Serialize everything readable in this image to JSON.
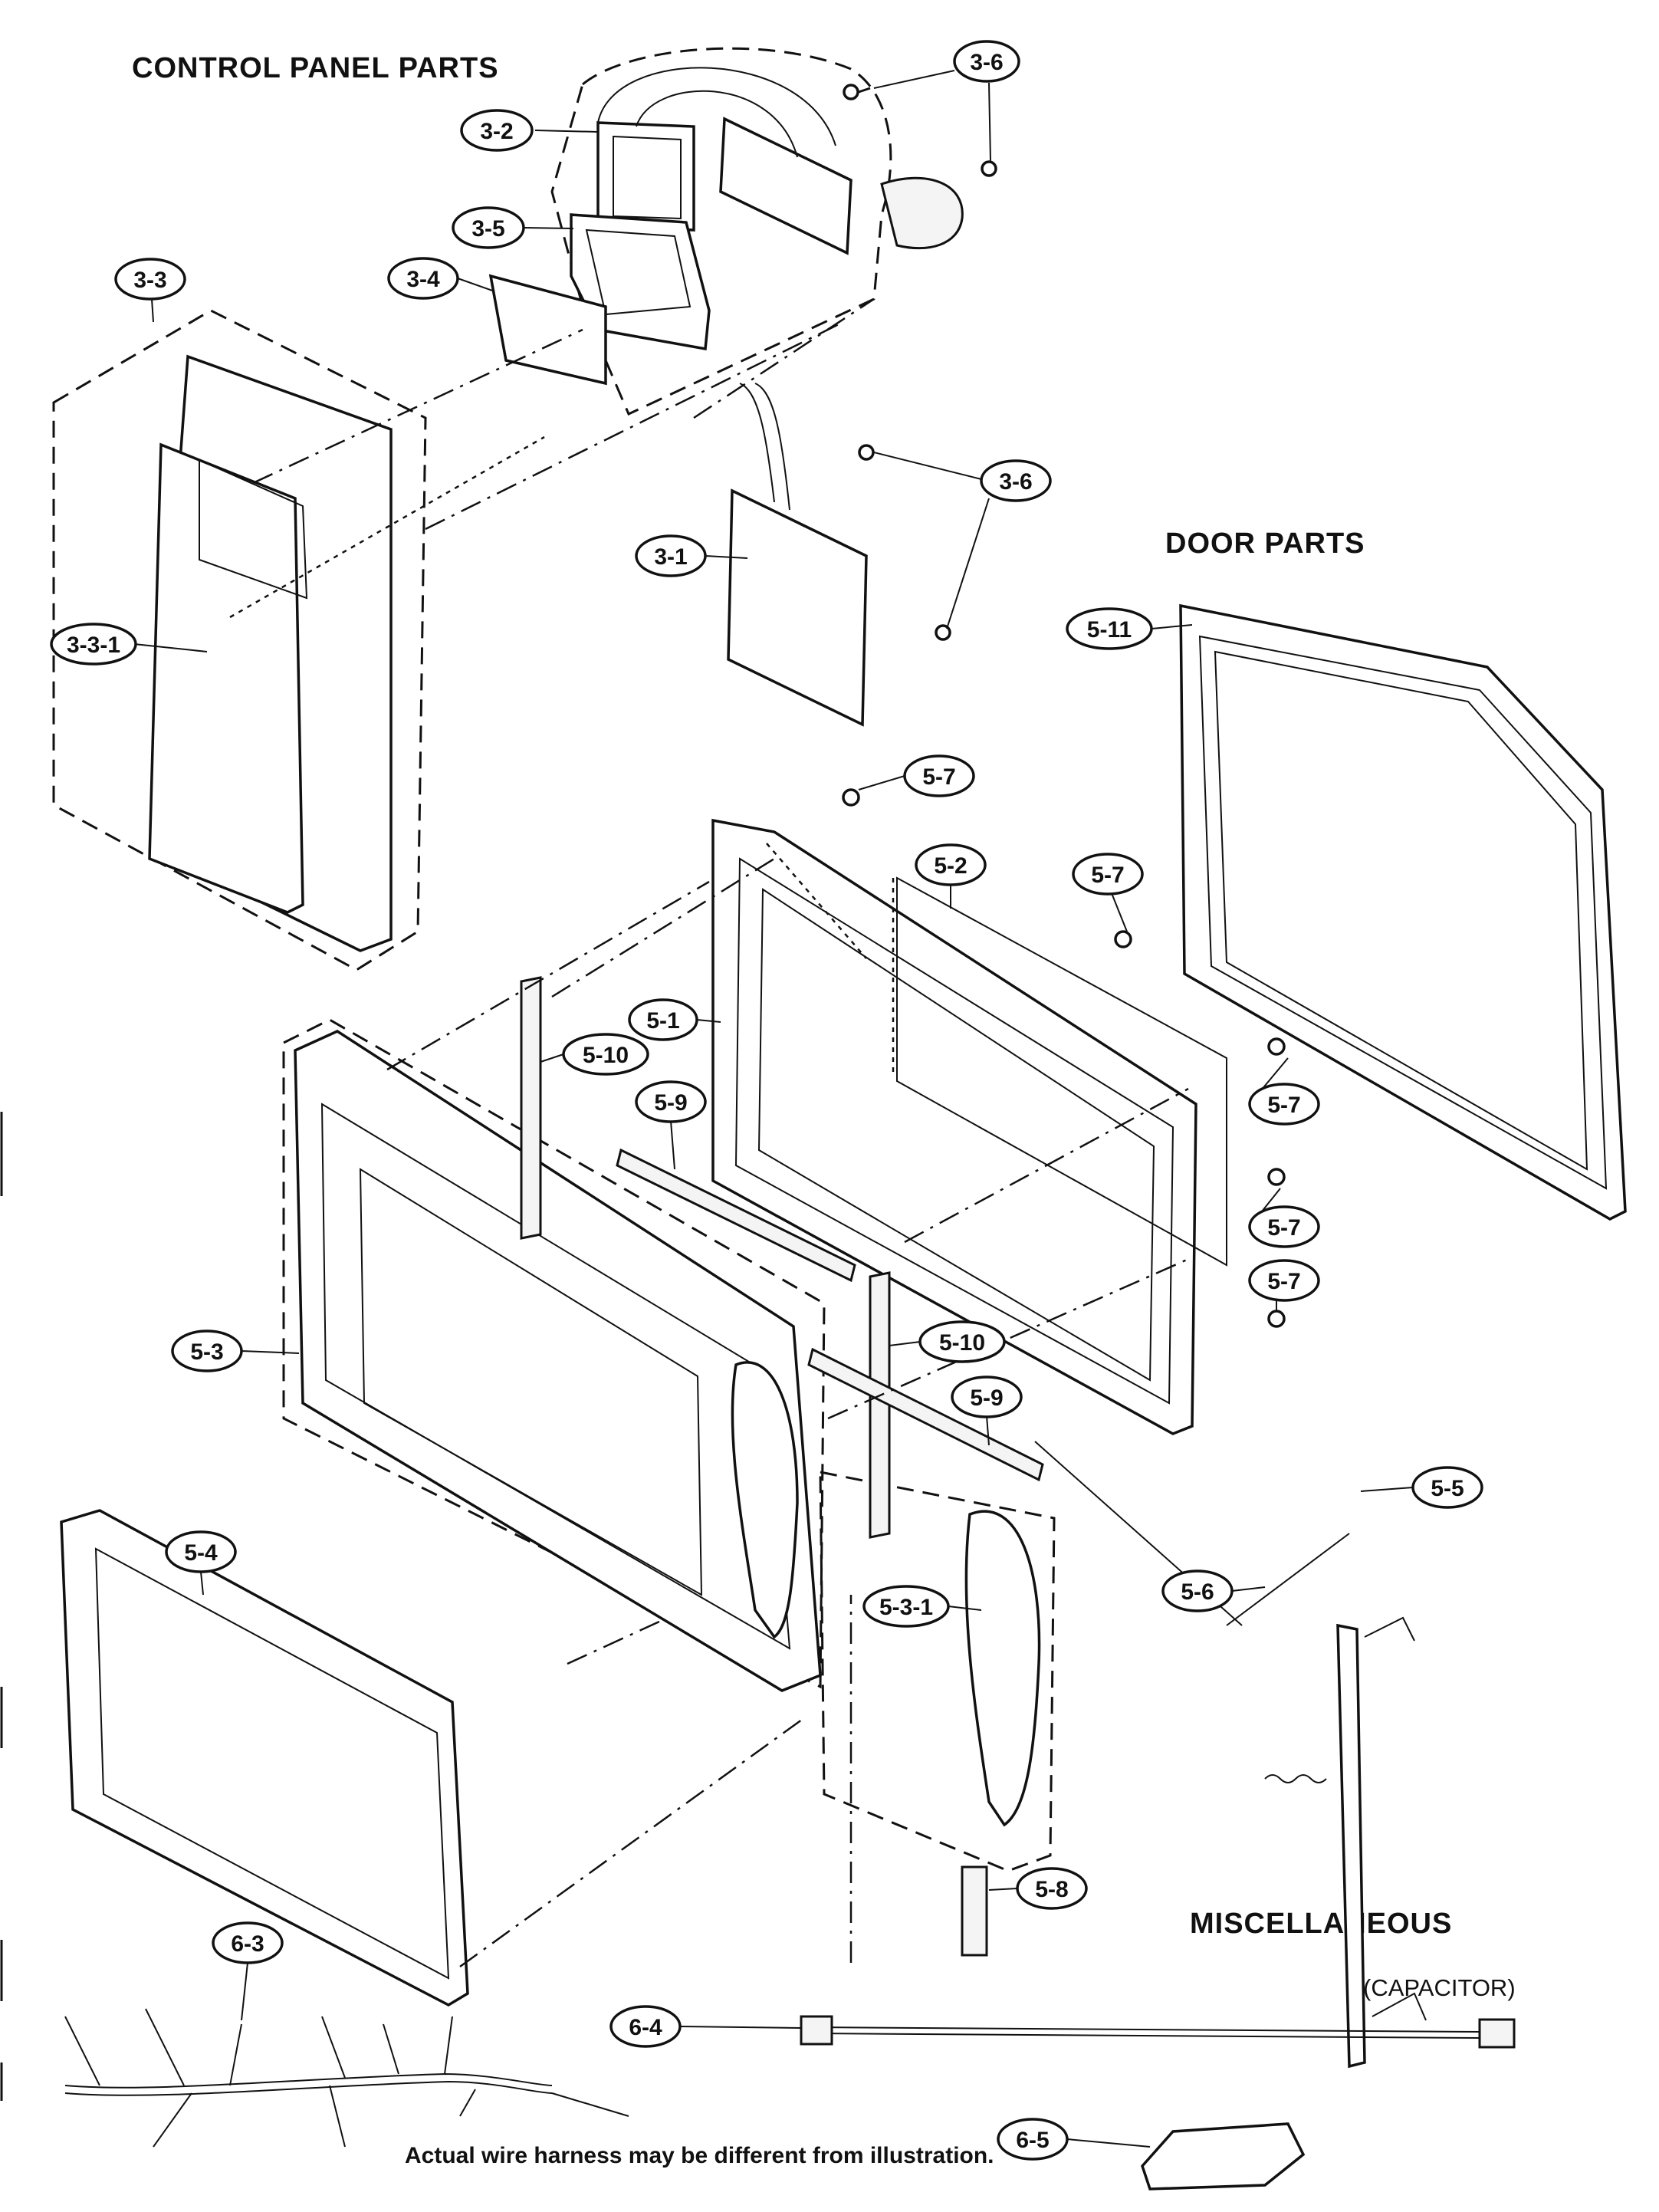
{
  "headings": {
    "control_panel": "CONTROL PANEL PARTS",
    "door": "DOOR PARTS",
    "misc": "MISCELLANEOUS",
    "capacitor": "(CAPACITOR)"
  },
  "note": "Actual wire harness may be different from illustration.",
  "callouts": {
    "c3_6a": "3-6",
    "c3_2": "3-2",
    "c3_5": "3-5",
    "c3_4": "3-4",
    "c3_3": "3-3",
    "c3_6b": "3-6",
    "c3_1": "3-1",
    "c3_3_1": "3-3-1",
    "c5_11": "5-11",
    "c5_7a": "5-7",
    "c5_2": "5-2",
    "c5_7b": "5-7",
    "c5_1": "5-1",
    "c5_10a": "5-10",
    "c5_9a": "5-9",
    "c5_7c": "5-7",
    "c5_7d": "5-7",
    "c5_7e": "5-7",
    "c5_3": "5-3",
    "c5_10b": "5-10",
    "c5_9b": "5-9",
    "c5_5": "5-5",
    "c5_4": "5-4",
    "c5_6": "5-6",
    "c5_3_1": "5-3-1",
    "c5_8": "5-8",
    "c6_3": "6-3",
    "c6_4": "6-4",
    "c6_5": "6-5"
  }
}
